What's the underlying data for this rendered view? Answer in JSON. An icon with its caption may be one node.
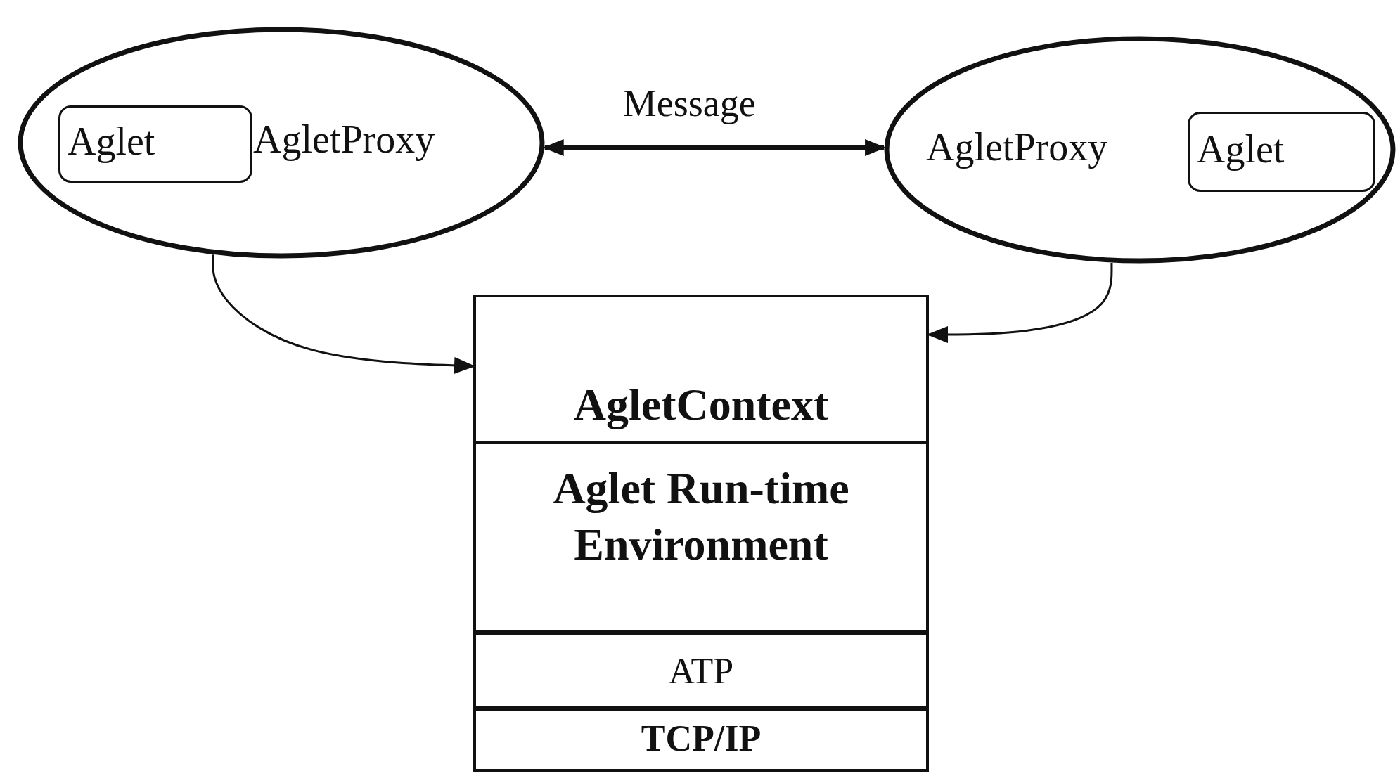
{
  "diagram": {
    "nodes": [
      {
        "text": [
          "AgletProxy"
        ]
      },
      {
        "text": [
          "Aglet"
        ],
        "in": 0
      },
      {
        "text": [
          "AgletProxy"
        ]
      },
      {
        "text": [
          "Aglet"
        ],
        "in": 2
      },
      {
        "text": [
          "AgletContext"
        ]
      },
      {
        "text": [
          "Aglet Run-time Environment"
        ]
      },
      {
        "text": [
          "ATP"
        ]
      },
      {
        "text": [
          "TCP/IP"
        ]
      }
    ],
    "edges": [
      {
        "from": 0,
        "to": 2,
        "arrow": "both",
        "label": "Message",
        "style": "thick"
      },
      {
        "from": 0,
        "to": 4,
        "arrow": "to"
      },
      {
        "from": 2,
        "to": 4,
        "arrow": "to"
      }
    ]
  }
}
